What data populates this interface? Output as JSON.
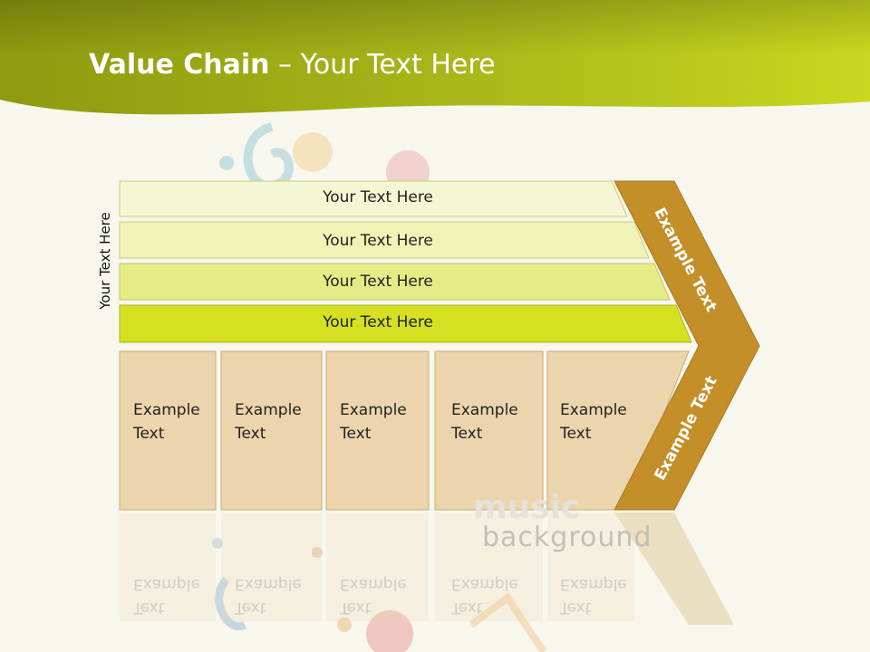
{
  "title": {
    "bold": "Value Chain",
    "rest": " – Your Text Here"
  },
  "side_label": "Your Text Here",
  "bars": [
    {
      "label": "Your Text Here"
    },
    {
      "label": "Your Text Here"
    },
    {
      "label": "Your Text Here"
    },
    {
      "label": "Your Text Here"
    }
  ],
  "cells": [
    {
      "line1": "Example",
      "line2": "Text"
    },
    {
      "line1": "Example",
      "line2": "Text"
    },
    {
      "line1": "Example",
      "line2": "Text"
    },
    {
      "line1": "Example",
      "line2": "Text"
    },
    {
      "line1": "Example",
      "line2": "Text"
    }
  ],
  "chevron": {
    "top_label": "Example Text",
    "bottom_label": "Example Text"
  },
  "background_words": {
    "music": "music",
    "background": "background"
  },
  "colors": {
    "header_green": "#a9b81a",
    "bar_1": "#f5f7d4",
    "bar_2": "#eff3b6",
    "bar_3": "#e6ec85",
    "bar_4": "#d6e022",
    "cell_fill": "#ecd5ad",
    "chevron": "#c48e28"
  }
}
